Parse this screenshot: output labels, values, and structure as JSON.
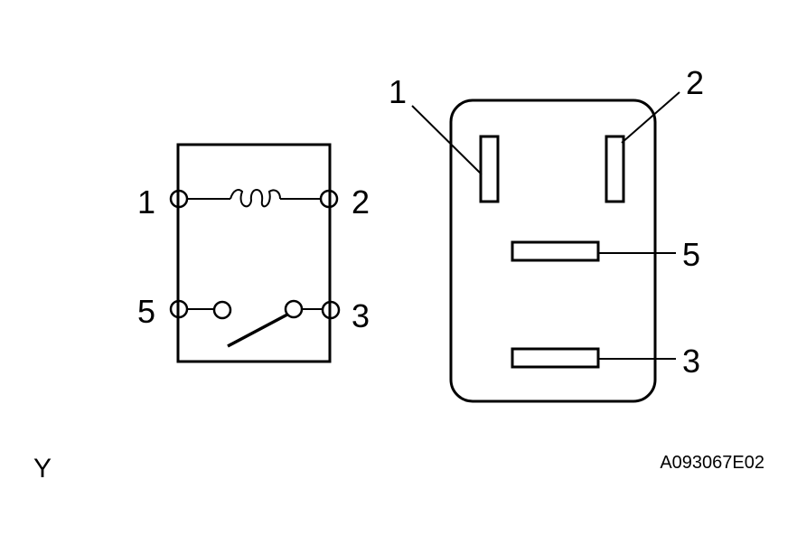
{
  "schematic": {
    "pins": {
      "pin_1": "1",
      "pin_2": "2",
      "pin_5": "5",
      "pin_3": "3"
    }
  },
  "connector": {
    "pins": {
      "pin_1": "1",
      "pin_2": "2",
      "pin_5": "5",
      "pin_3": "3"
    }
  },
  "view_letter": "Y",
  "figure_code": "A093067E02",
  "colors": {
    "line": "#000000",
    "background": "#ffffff"
  }
}
